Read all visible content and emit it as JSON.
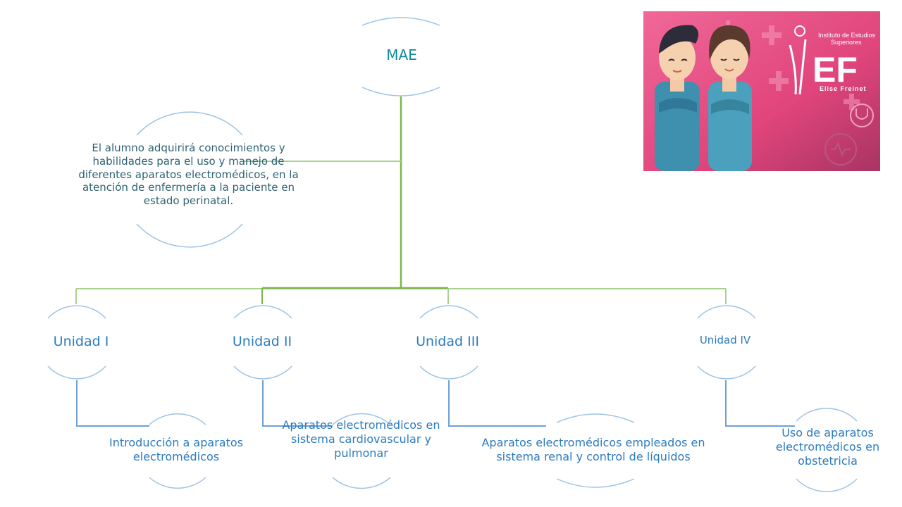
{
  "diagram": {
    "root": "MAE",
    "objective": "El alumno adquirirá conocimientos y habilidades para el uso y manejo de diferentes aparatos electromédicos, en la atención de enfermería a la paciente en estado perinatal.",
    "units": [
      {
        "label": "Unidad I",
        "detail": "Introducción a aparatos electromédicos"
      },
      {
        "label": "Unidad II",
        "detail": "Aparatos electromédicos en sistema cardiovascular y pulmonar"
      },
      {
        "label": "Unidad III",
        "detail": "Aparatos electromédicos empleados en sistema renal y control de líquidos"
      },
      {
        "label": "Unidad IV",
        "detail": "Uso de aparatos electromédicos en obstetricia"
      }
    ]
  },
  "image": {
    "institute_line1": "Instituto de Estudios",
    "institute_line2": "Superiores",
    "logo_letters": "EF",
    "institute_name": "Elise Freinet"
  },
  "colors": {
    "green_connector": "#7ab648",
    "light_green_connector": "#a9d18e",
    "blue_connector": "#6f9fd8",
    "node_arc": "#9dc3e6",
    "photo_background": "#e0457b"
  }
}
